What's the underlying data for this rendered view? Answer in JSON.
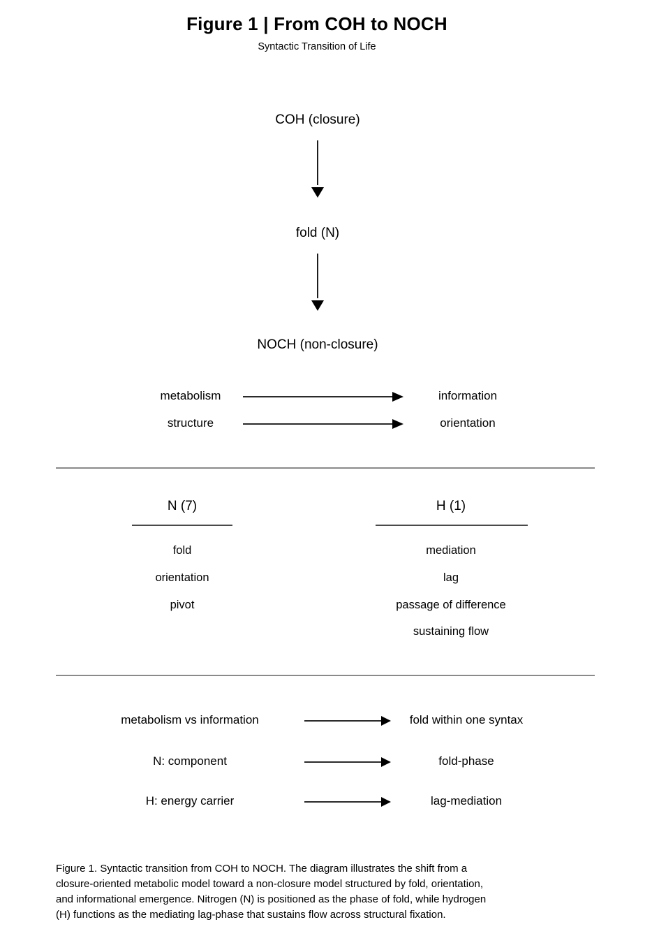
{
  "header": {
    "title": "Figure 1 | From COH to NOCH",
    "subtitle": "Syntactic Transition of Life"
  },
  "flow": {
    "nodes": [
      {
        "label": "COH (closure)"
      },
      {
        "label": "fold (N)"
      },
      {
        "label": "NOCH (non-closure)"
      }
    ]
  },
  "emergence_pairs": [
    {
      "from": "metabolism",
      "to": "information"
    },
    {
      "from": "structure",
      "to": "orientation"
    }
  ],
  "columns": {
    "left": {
      "header": "N (7)",
      "items": [
        "fold",
        "orientation",
        "pivot"
      ]
    },
    "right": {
      "header": "H (1)",
      "items": [
        "mediation",
        "lag",
        "passage of difference",
        "sustaining flow"
      ]
    }
  },
  "mappings": [
    {
      "from": "metabolism vs information",
      "to": "fold within one syntax"
    },
    {
      "from": "N: component",
      "to": "fold-phase"
    },
    {
      "from": "H: energy carrier",
      "to": "lag-mediation"
    }
  ],
  "caption": {
    "lines": [
      "Figure 1. Syntactic transition from COH to NOCH. The diagram illustrates the shift from a",
      "closure-oriented metabolic model toward a non-closure model structured by fold, orientation,",
      "and informational emergence. Nitrogen (N) is positioned as the phase of fold, while hydrogen",
      "(H) functions as the mediating lag-phase that sustains flow across structural fixation."
    ]
  },
  "colors": {
    "text": "#000000",
    "divider": "#8a8a8a",
    "arrow": "#000000"
  }
}
